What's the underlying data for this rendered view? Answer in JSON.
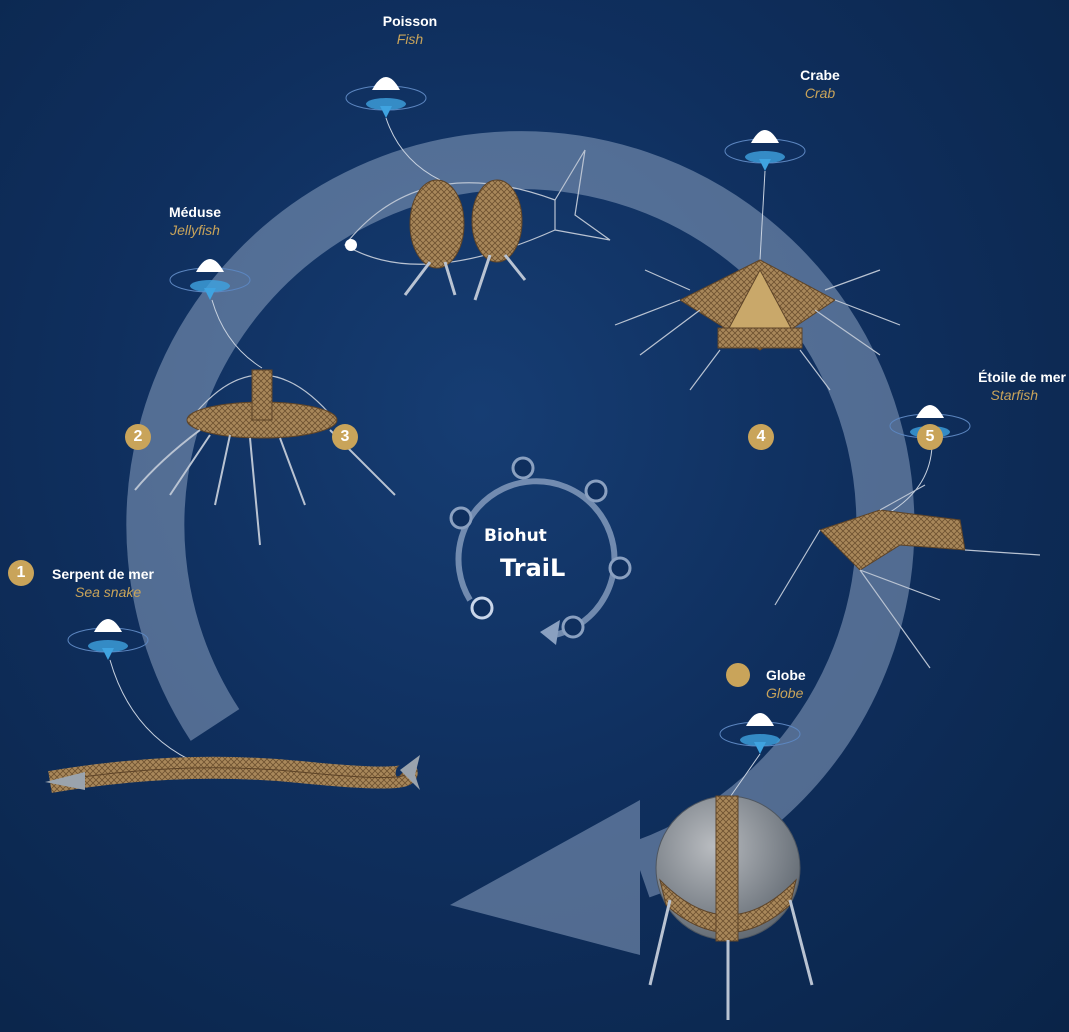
{
  "stations": {
    "fish": {
      "fr": "Poisson",
      "en": "Fish"
    },
    "crab": {
      "fr": "Crabe",
      "en": "Crab"
    },
    "jellyfish": {
      "fr": "Méduse",
      "en": "Jellyfish"
    },
    "starfish": {
      "fr": "Étoile de mer",
      "en": "Starfish"
    },
    "sea_snake": {
      "fr": "Serpent de mer",
      "en": "Sea snake"
    },
    "globe": {
      "fr": "Globe",
      "en": "Globe"
    }
  },
  "badges": [
    "1",
    "2",
    "3",
    "4",
    "5"
  ],
  "logo": {
    "line1": "Biohut",
    "line2": "TraiL"
  },
  "colors": {
    "background": "#0f2f5e",
    "gold": "#c9a45a",
    "arrow": "#8aa0c0",
    "buoy_water": "#3fa3e0"
  }
}
